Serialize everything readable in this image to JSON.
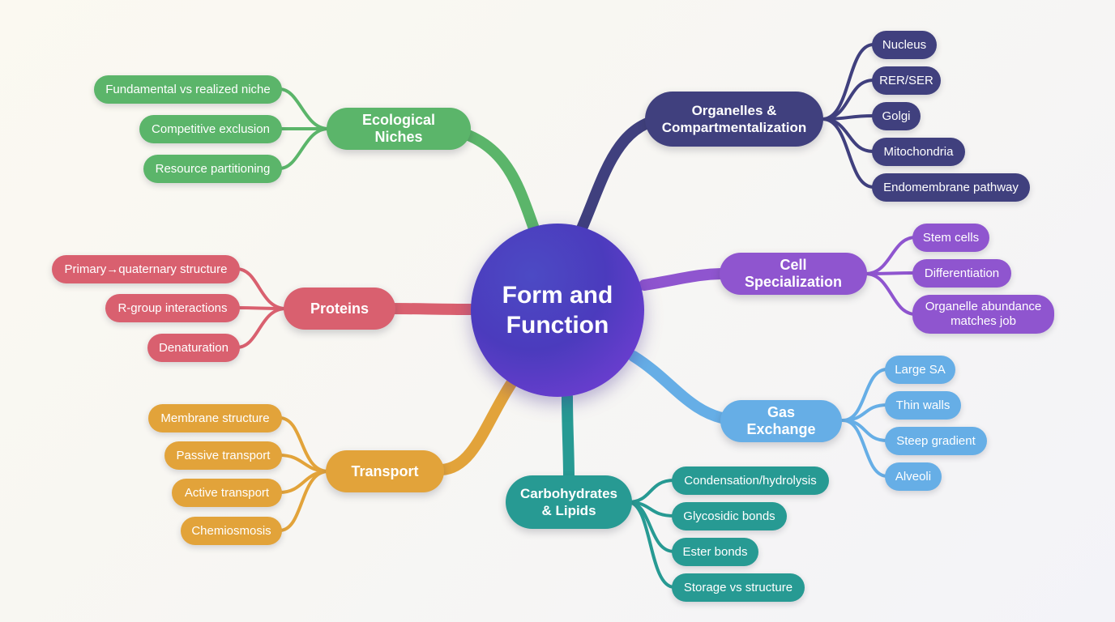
{
  "center": {
    "title": "Form and Function"
  },
  "colors": {
    "ecology": "#5bb56a",
    "organelles": "#40407e",
    "specialization": "#8f55cf",
    "proteins": "#d9606f",
    "gas": "#66aee6",
    "transport": "#e2a33a",
    "carbs": "#279a93"
  },
  "branches": {
    "ecology": {
      "label": "Ecological Niches",
      "items": [
        "Fundamental vs realized niche",
        "Competitive exclusion",
        "Resource partitioning"
      ]
    },
    "organelles": {
      "label": "Organelles & Compartmentalization",
      "items": [
        "Nucleus",
        "RER/SER",
        "Golgi",
        "Mitochondria",
        "Endomembrane pathway"
      ]
    },
    "specialization": {
      "label": "Cell Specialization",
      "items": [
        "Stem cells",
        "Differentiation",
        "Organelle abundance matches job"
      ]
    },
    "proteins": {
      "label": "Proteins",
      "items": [
        "Primary→quaternary structure",
        "R-group interactions",
        "Denaturation"
      ]
    },
    "gas": {
      "label": "Gas Exchange",
      "items": [
        "Large SA",
        "Thin walls",
        "Steep gradient",
        "Alveoli"
      ]
    },
    "transport": {
      "label": "Transport",
      "items": [
        "Membrane structure",
        "Passive transport",
        "Active transport",
        "Chemiosmosis"
      ]
    },
    "carbs": {
      "label": "Carbohydrates & Lipids",
      "items": [
        "Condensation/hydrolysis",
        "Glycosidic bonds",
        "Ester bonds",
        "Storage vs structure"
      ]
    }
  }
}
